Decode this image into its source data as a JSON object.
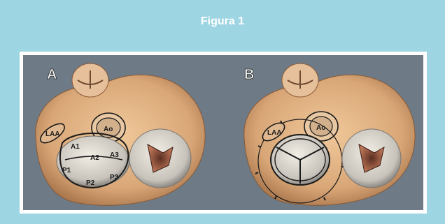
{
  "figure": {
    "title": "Figura 1",
    "panels": [
      {
        "label": "A",
        "segments": [
          "LAA",
          "Ao",
          "A1",
          "A2",
          "A3",
          "P1",
          "P2",
          "P3"
        ]
      },
      {
        "label": "B",
        "segments": [
          "LAA",
          "Ao"
        ]
      }
    ],
    "colors": {
      "frame": "#9ed5e3",
      "panel_border": "#ffffff",
      "background": "#6e7a85",
      "tissue": "#d9a777"
    }
  }
}
